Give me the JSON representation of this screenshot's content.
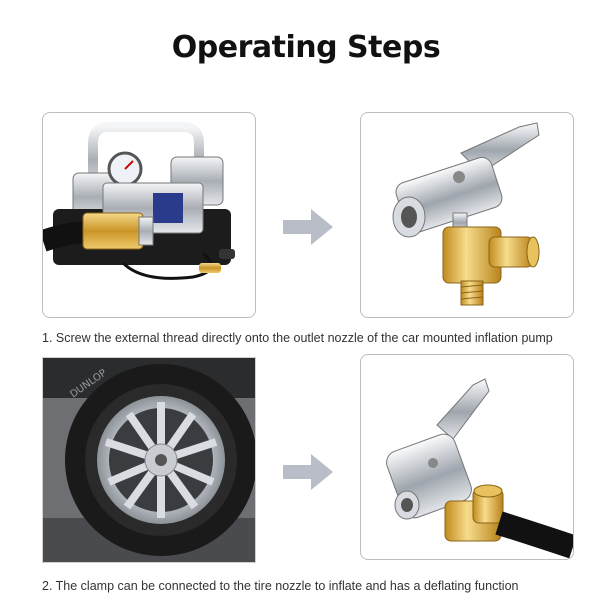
{
  "title": "Operating Steps",
  "steps": [
    {
      "caption": "1. Screw the external thread directly onto the outlet nozzle of the car mounted inflation pump",
      "left_image": "air-compressor-pump",
      "right_image": "chuck-with-external-thread"
    },
    {
      "caption": "2. The clamp can be connected to the tire nozzle to inflate and has a deflating function",
      "left_image": "car-tire-wheel",
      "right_image": "chuck-with-hose"
    }
  ],
  "tire_brand": "DUNLOP",
  "colors": {
    "arrow": "#b9bdc8",
    "brass": "#d9a93a",
    "chrome": "#c9cdd2",
    "border": "#bdbdbd"
  }
}
